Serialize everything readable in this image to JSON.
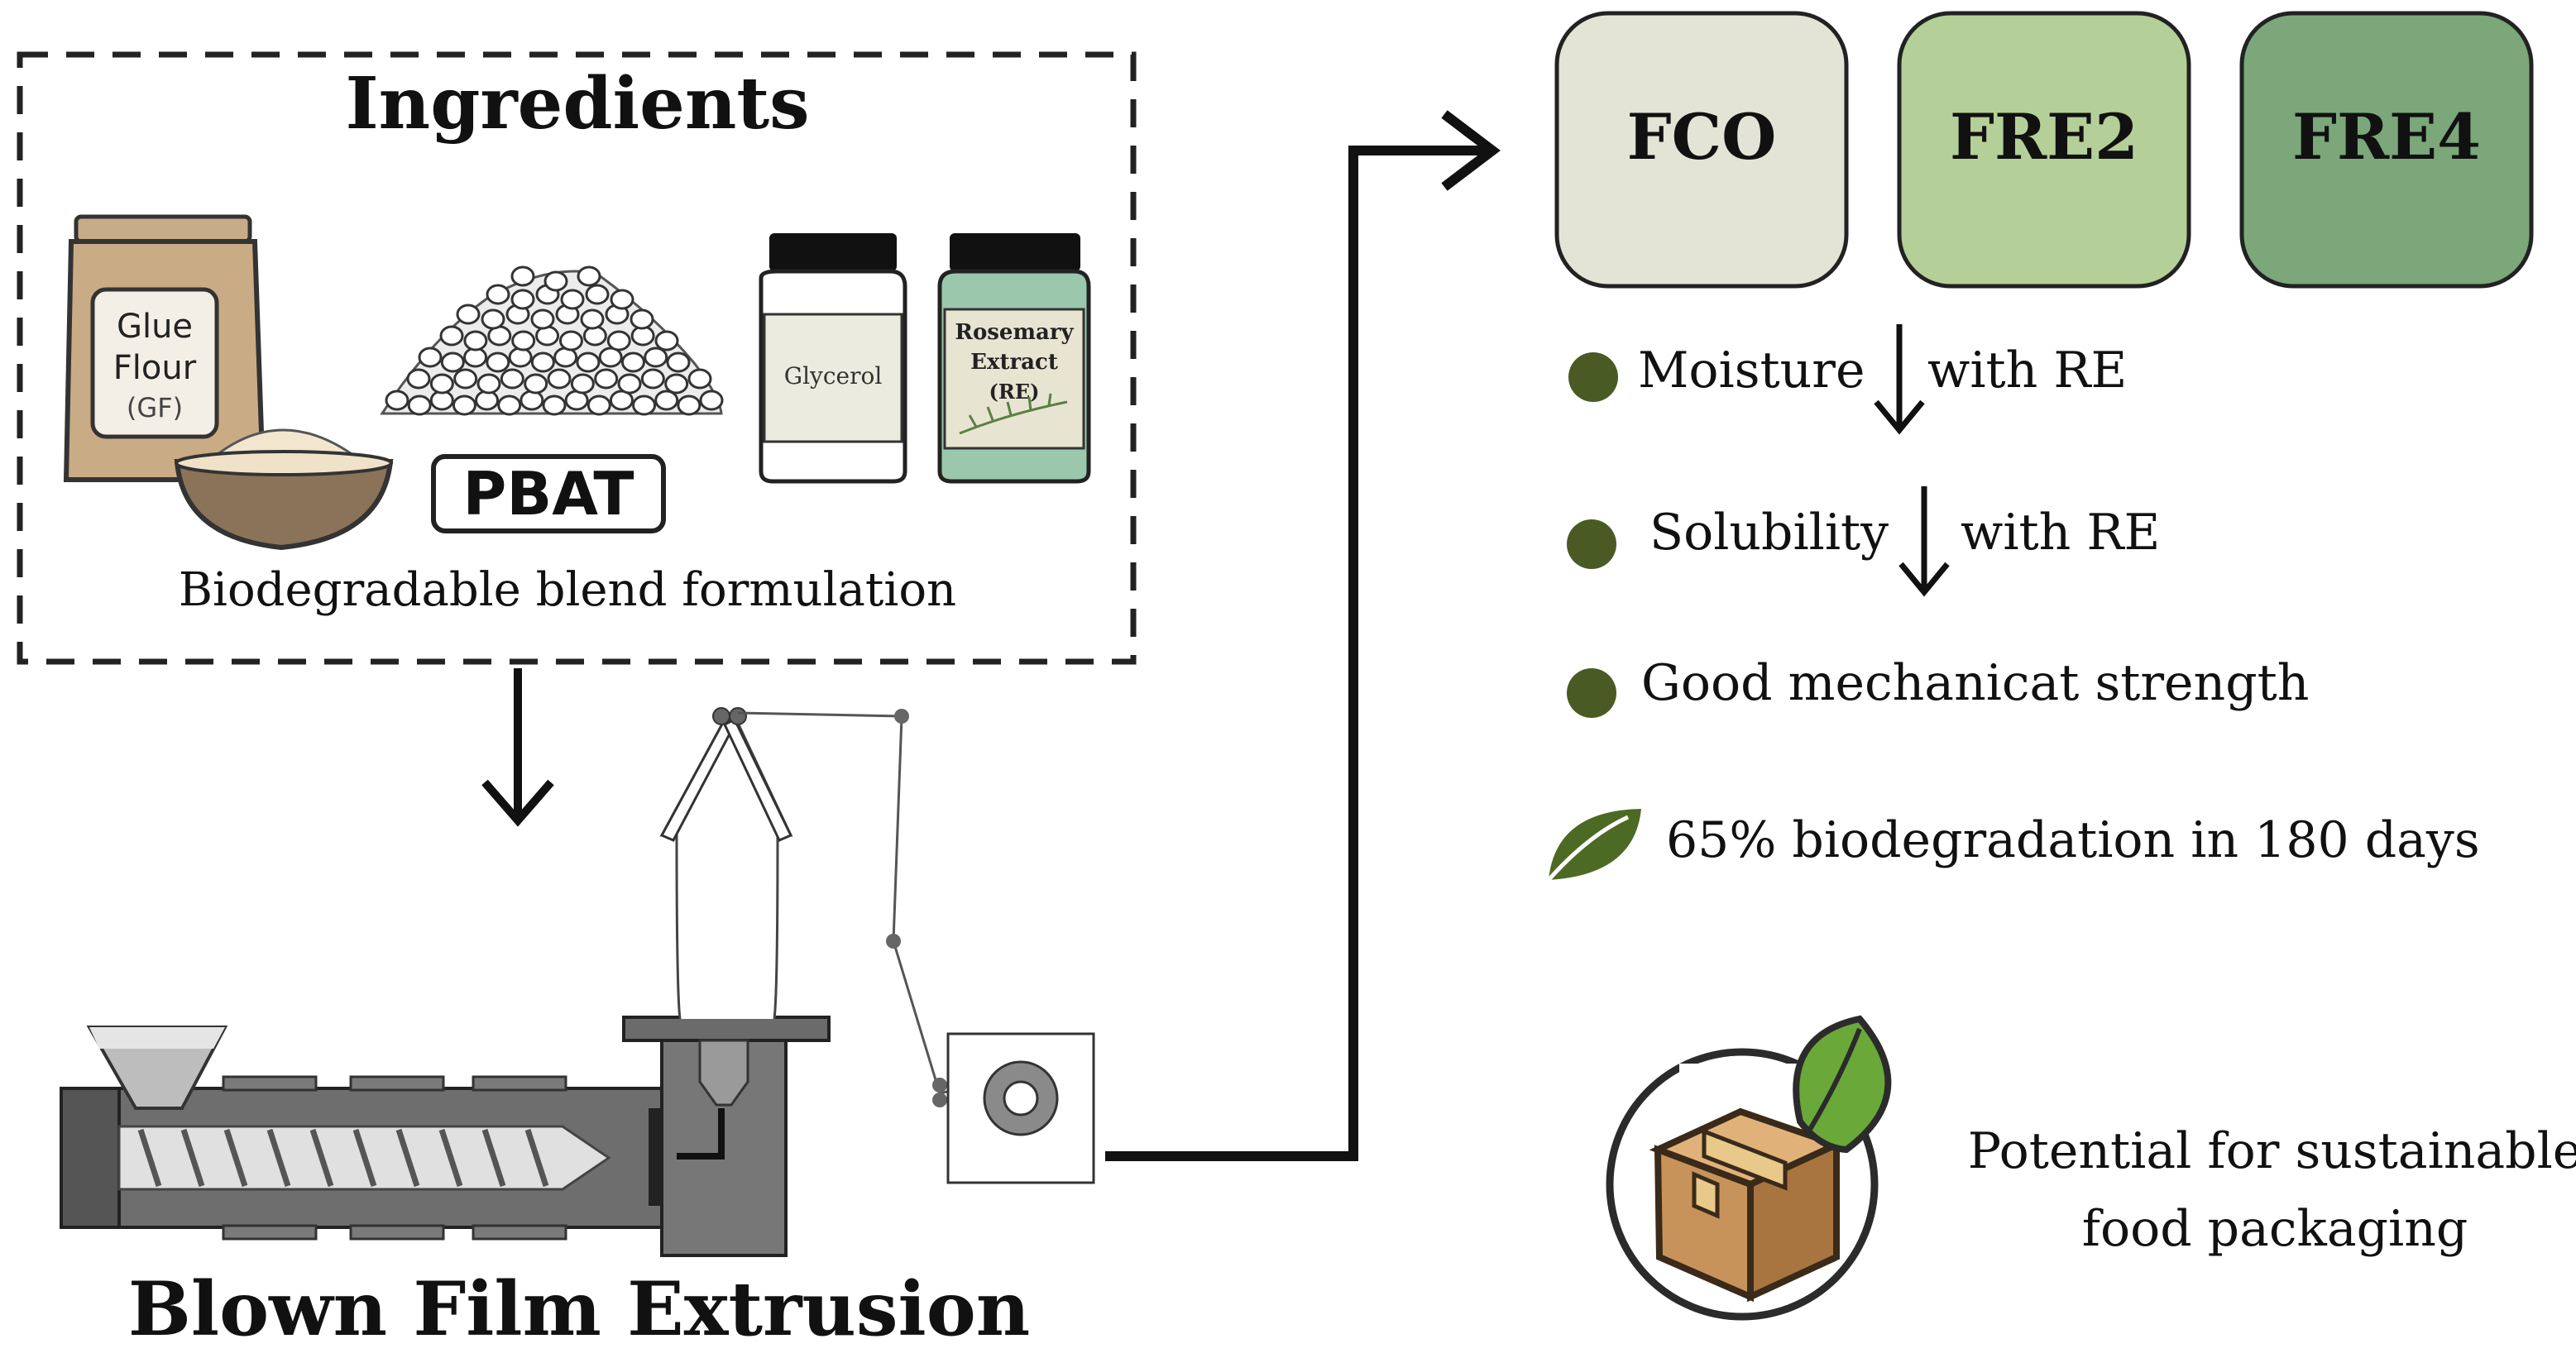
{
  "ingredients": {
    "title": "Ingredients",
    "caption": "Biodegradable blend formulation",
    "flour_bag": [
      "Glue",
      "Flour",
      "(GF)"
    ],
    "pbat_label": "PBAT",
    "glycerol_label": "Glycerol",
    "rosemary_label": [
      "Rosemary",
      "Extract",
      "(RE)"
    ]
  },
  "process": {
    "title": "Blown Film Extrusion"
  },
  "samples": [
    {
      "label": "FCO",
      "color": "#e3e3d6"
    },
    {
      "label": "FRE2",
      "color": "#b5cf98"
    },
    {
      "label": "FRE4",
      "color": "#7ba77a"
    }
  ],
  "results": [
    {
      "marker": "dot",
      "text": "Moisture",
      "arrow": "down",
      "suffix": "with RE"
    },
    {
      "marker": "dot",
      "text": "Solubility",
      "arrow": "down",
      "suffix": "with RE"
    },
    {
      "marker": "dot",
      "text": "Good mechanicat strength"
    },
    {
      "marker": "leaf",
      "text": "65% biodegradation in 180 days"
    }
  ],
  "packaging": [
    "Potential for sustainable",
    "food packaging"
  ],
  "colors": {
    "dot": "#4a5a24",
    "leaf": "#4c6a24",
    "box": "#c8935a",
    "box_dark": "#a87440",
    "tape": "#e9c98a",
    "leaf_bright": "#6aa83a"
  }
}
